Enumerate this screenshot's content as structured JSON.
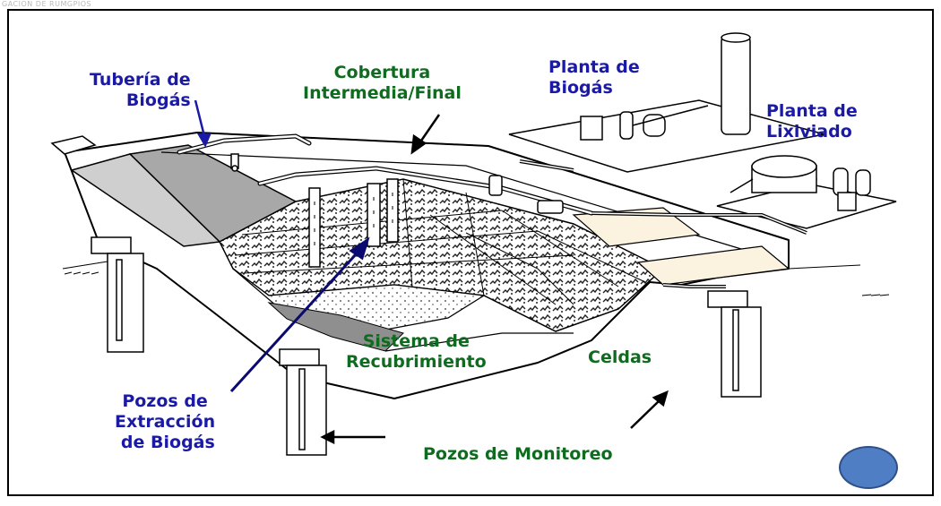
{
  "header": {
    "caption": "GACION DE RUMGPIOS"
  },
  "labels": {
    "tuberia": "Tubería de\n     Biogás",
    "cobertura": "Cobertura\nIntermedia/Final",
    "planta_biogas": "Planta de\nBiogás",
    "planta_lixiviado": "Planta de\nLixiviado",
    "sistema": "Sistema de\nRecubrimiento",
    "celdas": "Celdas",
    "pozos_extraccion": "Pozos de\nExtracción\n de Biogás",
    "pozos_monitoreo": "Pozos de Monitoreo"
  },
  "colors": {
    "label_blue": "#1a1aa6",
    "label_green": "#0f6b1f",
    "arrow_navy": "#0a0a70",
    "button_fill": "#4f7ec4"
  },
  "icons": {
    "nav_button": "circle-button"
  }
}
